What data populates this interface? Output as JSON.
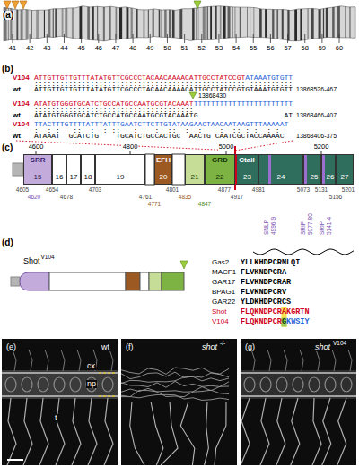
{
  "diagram": {
    "nodes": [
      {
        "text": [
          "15"
        ]
      },
      {
        "text": [
          "16"
        ]
      },
      {
        "text": [
          "17"
        ]
      },
      {
        "text": [
          "18"
        ]
      },
      {
        "text": [
          "19"
        ]
      },
      {
        "text": [
          "20"
        ]
      },
      {
        "text": [
          "21"
        ]
      },
      {
        "text": [
          "22"
        ]
      },
      {
        "text": [
          "23"
        ]
      },
      {
        "text": [
          "24"
        ]
      },
      {
        "text": [
          "25"
        ]
      },
      {
        "text": [
          "26"
        ]
      },
      {
        "text": [
          "27"
        ]
      }
    ],
    "labels": [
      "(a)",
      "41",
      "42",
      "43",
      "44",
      "45",
      "46",
      "47",
      "48",
      "49",
      "50",
      "51",
      "52",
      "53",
      "54",
      "55",
      "56",
      "57",
      "58",
      "59",
      "60",
      "(b)",
      "V104",
      "ATTGTTGTTGTTTATATGTTCGCCCTACAACAAAACATTGCCTATCCGT",
      "ATAAATGTGTT",
      "::::::::::::::::::::::::::::::::::::::::::::::::: ::::::::::",
      "wt",
      "ATTGTTGTTGTTTATATGTTCGCCCTACAACAAAACATTGCCTATCCGTGTAAATGTGTT",
      "13868526-467",
      "13868430",
      "V104",
      "ATATGTGGGTGCATCTGCCATGCCAATGCGTACAAAT",
      "TTTTTTTTTTTTTTTTTTTTTTT",
      ":::::::::::::::::::::::::::::::::::::",
      "wt",
      "ATATGTGGGTGCATCTGCCATGCCAATGCGTACAAATG",
      "AT",
      "13868466-407",
      "V104",
      "TTACTTTGTTTTATTTATTTGAATCTTCTTGTATAAGAACTAACAATAAGTTTAAAAAT",
      ":  : :   ::  :  : ::   :    :  ::  :  :    :  :: : :  : :",
      "wt",
      "ATAAAT  GCATCTG    TGCATCTGCCACTGC  AACTG CAATCGCTACCAAAAC",
      "13868406-375",
      "(c)",
      "4600",
      "4800",
      "5000",
      "5200",
      "SRR",
      "EFH",
      "GRD",
      "Ctail",
      "4605",
      "4620",
      "4654",
      "4678",
      "4703",
      "4761",
      "4771",
      "4801",
      "4835",
      "4847",
      "4877",
      "4917",
      "4981",
      "SNLP",
      "4996-9",
      "5073",
      "SRIP",
      "5077-80",
      "5131",
      "SRIP",
      "5141-4",
      "5156",
      "5201",
      "(d)",
      "Shot",
      "V104",
      "Gas2",
      "YLLKHDPCRMLQI",
      "MACF1",
      "FLVKNDPCRA",
      "GAR17",
      "FLVKNDPCRAR",
      "BPAG1",
      "FLVKNDPCRV",
      "GAR22",
      "YLDKHDPCRCS",
      "Shot",
      "FLQKNDPCR",
      "A",
      "KGRTN",
      "V104",
      "FLQKNDPCR",
      "G",
      "KWSIY",
      "(e)",
      "wt",
      "cx",
      "np",
      "t",
      "(f)",
      "shot",
      "-/-",
      "(g)",
      "shot",
      "V104"
    ]
  }
}
